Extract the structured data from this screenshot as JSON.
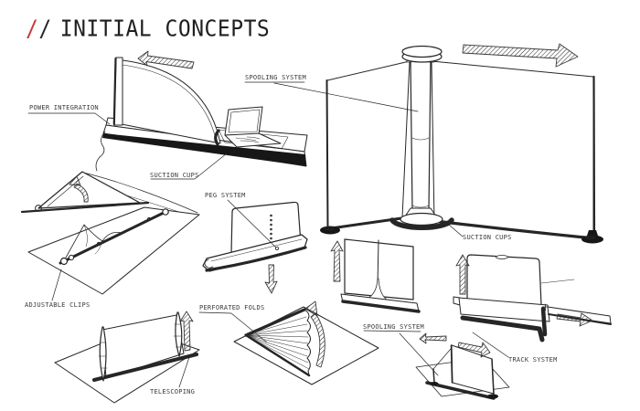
{
  "colors": {
    "background": "#ffffff",
    "ink": "#262626",
    "accent_red": "#c8373a",
    "label_ink": "#3a3a3a"
  },
  "title": {
    "slash_red": "/",
    "slash_black": "/",
    "text": "INITIAL CONCEPTS"
  },
  "labels": {
    "power_integration": "POWER INTEGRATION",
    "suction_cups_desk": "SUCTION CUPS",
    "spooling_system_wall": "SPOOLING SYSTEM",
    "peg_system": "PEG SYSTEM",
    "adjustable_clips": "ADJUSTABLE CLIPS",
    "perforated_folds": "PERFORATED FOLDS",
    "telescoping": "TELESCOPING",
    "suction_cups_wall": "SUCTION CUPS",
    "spooling_system_slide": "SPOOLING SYSTEM",
    "track_system": "TRACK SYSTEM"
  }
}
